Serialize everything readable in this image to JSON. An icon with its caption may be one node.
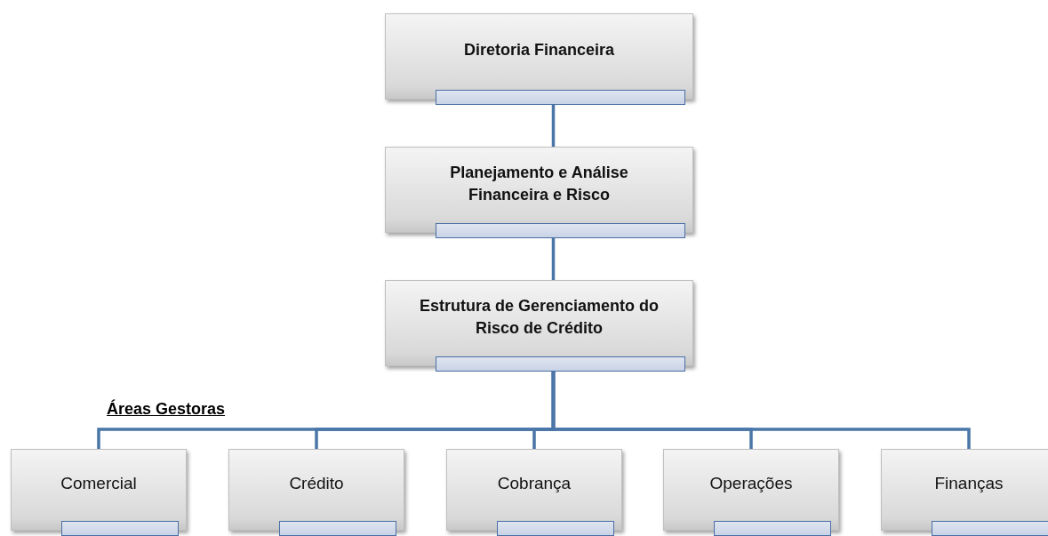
{
  "diagram": {
    "nodes": [
      {
        "text": [
          "Diretoria Financeira"
        ]
      },
      {
        "text": [
          "Planejamento e Análise Financeira e Risco"
        ]
      },
      {
        "text": [
          "Estrutura de Gerenciamento do Risco de Crédito"
        ]
      },
      {
        "text": [
          "Comercial"
        ]
      },
      {
        "text": [
          "Crédito"
        ]
      },
      {
        "text": [
          "Cobrança"
        ]
      },
      {
        "text": [
          "Operações"
        ]
      },
      {
        "text": [
          "Finanças"
        ]
      }
    ],
    "edges": [
      {
        "from": 0,
        "to": 1,
        "arrow": "none"
      },
      {
        "from": 1,
        "to": 2,
        "arrow": "none"
      },
      {
        "from": 2,
        "to": 3,
        "arrow": "none"
      },
      {
        "from": 2,
        "to": 4,
        "arrow": "none"
      },
      {
        "from": 2,
        "to": 5,
        "arrow": "none"
      },
      {
        "from": 2,
        "to": 6,
        "arrow": "none"
      },
      {
        "from": 2,
        "to": 7,
        "arrow": "none"
      }
    ],
    "labels": [
      "Áreas Gestoras"
    ]
  }
}
